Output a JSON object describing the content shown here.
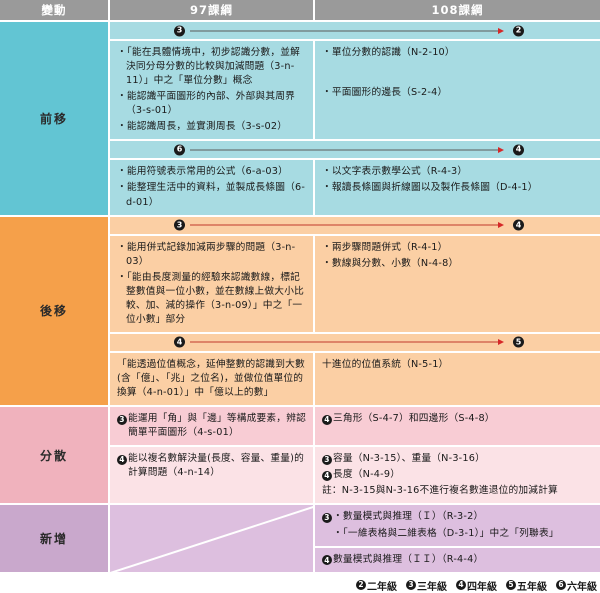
{
  "header": {
    "variation": "變動",
    "old_curriculum": "97課綱",
    "new_curriculum": "108課綱"
  },
  "bands": [
    {
      "key": "qianyi",
      "label": "前移",
      "groups": [
        {
          "arrow": {
            "from": "3",
            "to": "2"
          },
          "old_items": [
            "「能在具體情境中，初步認識分數，並解決同分母分數的比較與加減問題（3-n-11）」中之「單位分數」概念",
            "能認識平面圖形的內部、外部與其周界（3-s-01）",
            "能認識周長，並實測周長（3-s-02）"
          ],
          "new_items": [
            "單位分數的認識（N-2-10）",
            "平面圖形的邊長（S-2-4）"
          ]
        },
        {
          "arrow": {
            "from": "6",
            "to": "4"
          },
          "old_items": [
            "能用符號表示常用的公式（6-a-03）",
            "能整理生活中的資料，並製成長條圖（6-d-01）"
          ],
          "new_items": [
            "以文字表示數學公式（R-4-3）",
            "報讀長條圖與折線圖以及製作長條圖（D-4-1）"
          ]
        }
      ]
    },
    {
      "key": "houyi",
      "label": "後移",
      "groups": [
        {
          "arrow": {
            "from": "3",
            "to": "4"
          },
          "old_items": [
            "能用併式記錄加減兩步驟的問題（3-n-03）",
            "「能由長度測量的經驗來認識數線，標記整數值與一位小數，並在數線上做大小比較、加、減的操作（3-n-09）」中之「一位小數」部分"
          ],
          "new_items": [
            "兩步驟問題併式（R-4-1）",
            "數線與分數、小數（N-4-8）"
          ]
        },
        {
          "arrow": {
            "from": "4",
            "to": "5"
          },
          "old_plain": [
            "「能透過位值概念，延伸整數的認識到大數(含「億」、「兆」之位名)，並做位值單位的換算（4-n-01）」中「億以上的數」"
          ],
          "new_plain": [
            "十進位的位值系統（N-5-1）"
          ]
        }
      ]
    },
    {
      "key": "fensan",
      "label": "分散",
      "rows": [
        {
          "old": [
            {
              "badge": "3",
              "text": "能運用「角」與「邊」等構成要素，辨認簡單平面圖形（4-s-01）"
            }
          ],
          "new": [
            {
              "badge": "4",
              "text": "三角形（S-4-7）和四邊形（S-4-8）"
            }
          ]
        },
        {
          "old": [
            {
              "badge": "4",
              "text": "能以複名數解決量(長度、容量、重量)的計算問題（4-n-14）"
            }
          ],
          "new": [
            {
              "badge": "3",
              "text": "容量（N-3-15）、重量（N-3-16）"
            },
            {
              "badge": "4",
              "text": "長度（N-4-9）"
            },
            {
              "badge": "",
              "text": "註：N-3-15與N-3-16不進行複名數進退位的加減計算"
            }
          ]
        }
      ]
    },
    {
      "key": "xinzeng",
      "label": "新增",
      "rows": [
        {
          "new": [
            {
              "badge": "3",
              "text": "・數量模式與推理（Ｉ）（R-3-2）"
            },
            {
              "badge": "",
              "sub": true,
              "text": "「一維表格與二維表格（D-3-1）」中之「列聯表」"
            }
          ]
        },
        {
          "new": [
            {
              "badge": "4",
              "text": "數量模式與推理（ＩＩ）（R-4-4）"
            }
          ]
        }
      ]
    }
  ],
  "legend": [
    {
      "badge": "2",
      "label": "二年級"
    },
    {
      "badge": "3",
      "label": "三年級"
    },
    {
      "badge": "4",
      "label": "四年級"
    },
    {
      "badge": "5",
      "label": "五年級"
    },
    {
      "badge": "6",
      "label": "六年級"
    }
  ]
}
